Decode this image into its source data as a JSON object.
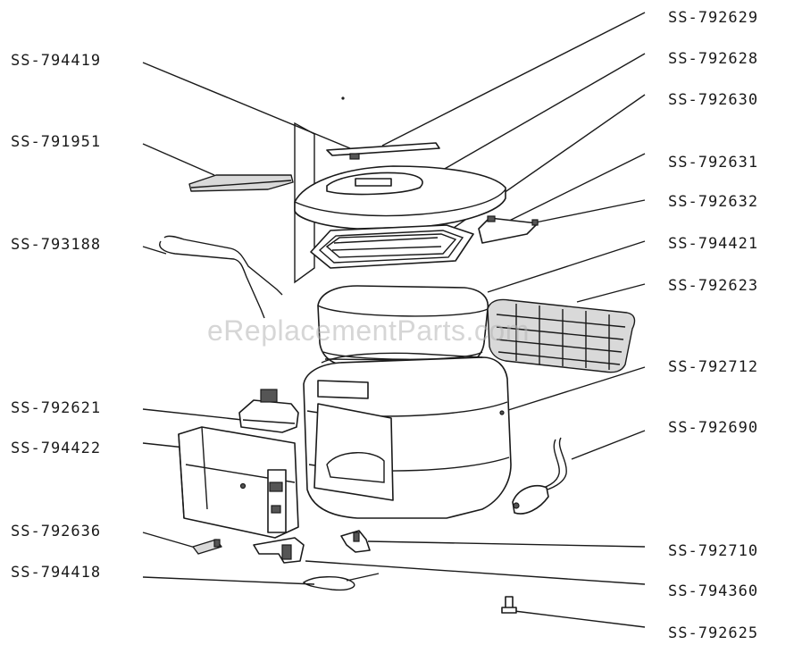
{
  "watermark": "eReplacementParts.com",
  "labels": {
    "ss792629": "SS-792629",
    "ss794419": "SS-794419",
    "ss792628": "SS-792628",
    "ss792630": "SS-792630",
    "ss791951": "SS-791951",
    "ss792631": "SS-792631",
    "ss792632": "SS-792632",
    "ss793188": "SS-793188",
    "ss794421": "SS-794421",
    "ss792623": "SS-792623",
    "ss792712": "SS-792712",
    "ss792621": "SS-792621",
    "ss792690": "SS-792690",
    "ss794422": "SS-794422",
    "ss792636": "SS-792636",
    "ss792710": "SS-792710",
    "ss794418": "SS-794418",
    "ss794360": "SS-794360",
    "ss792625": "SS-792625"
  }
}
